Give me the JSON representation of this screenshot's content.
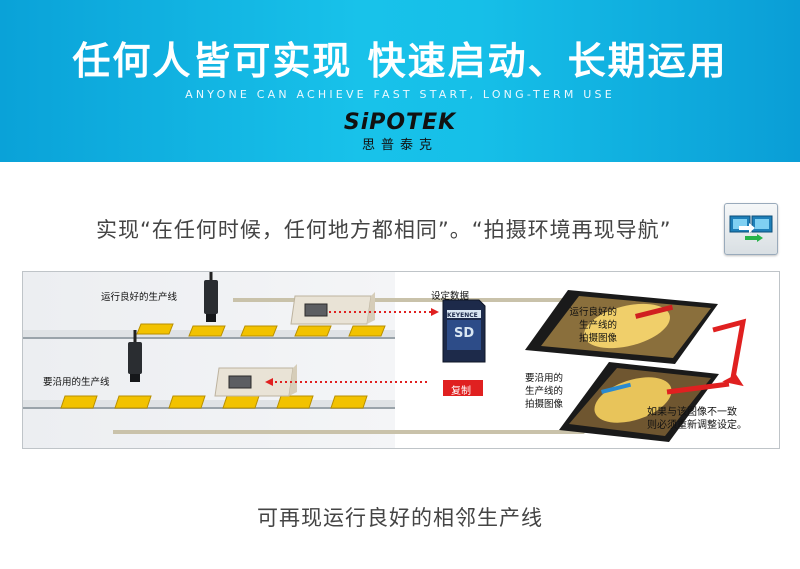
{
  "banner": {
    "title": "任何人皆可实现 快速启动、长期运用",
    "subtitle": "ANYONE CAN ACHIEVE FAST START, LONG-TERM USE",
    "logo": "SiPOTEK",
    "logo_cn": "思普泰克"
  },
  "headline": "实现“在任何时候，任何地方都相同”。“拍摄环境再现导航”",
  "nav_icon": "camera-navigation-icon",
  "diagram": {
    "line_good": "运行良好的生产线",
    "line_target": "要沿用的生产线",
    "settings_data": "设定数据",
    "copy_label": "复制",
    "card_brand": "KEYENCE",
    "card_text": "SD",
    "image_good": "运行良好的生产线的拍摄图像",
    "image_target": "要沿用的生产线的拍摄图像",
    "image_good_lines": [
      "运行良好的",
      "生产线的",
      "拍摄图像"
    ],
    "image_target_lines": [
      "要沿用的",
      "生产线的",
      "拍摄图像"
    ],
    "note": "如果与该图像不一致则必须重新调整设定。",
    "note_lines": [
      "如果与该图像不一致",
      "则必须重新调整设定。"
    ],
    "colors": {
      "accent_red": "#e02020",
      "box_yellow": "#f2c200",
      "banner_blue": "#18c2ea"
    }
  },
  "caption": "可再现运行良好的相邻生产线"
}
